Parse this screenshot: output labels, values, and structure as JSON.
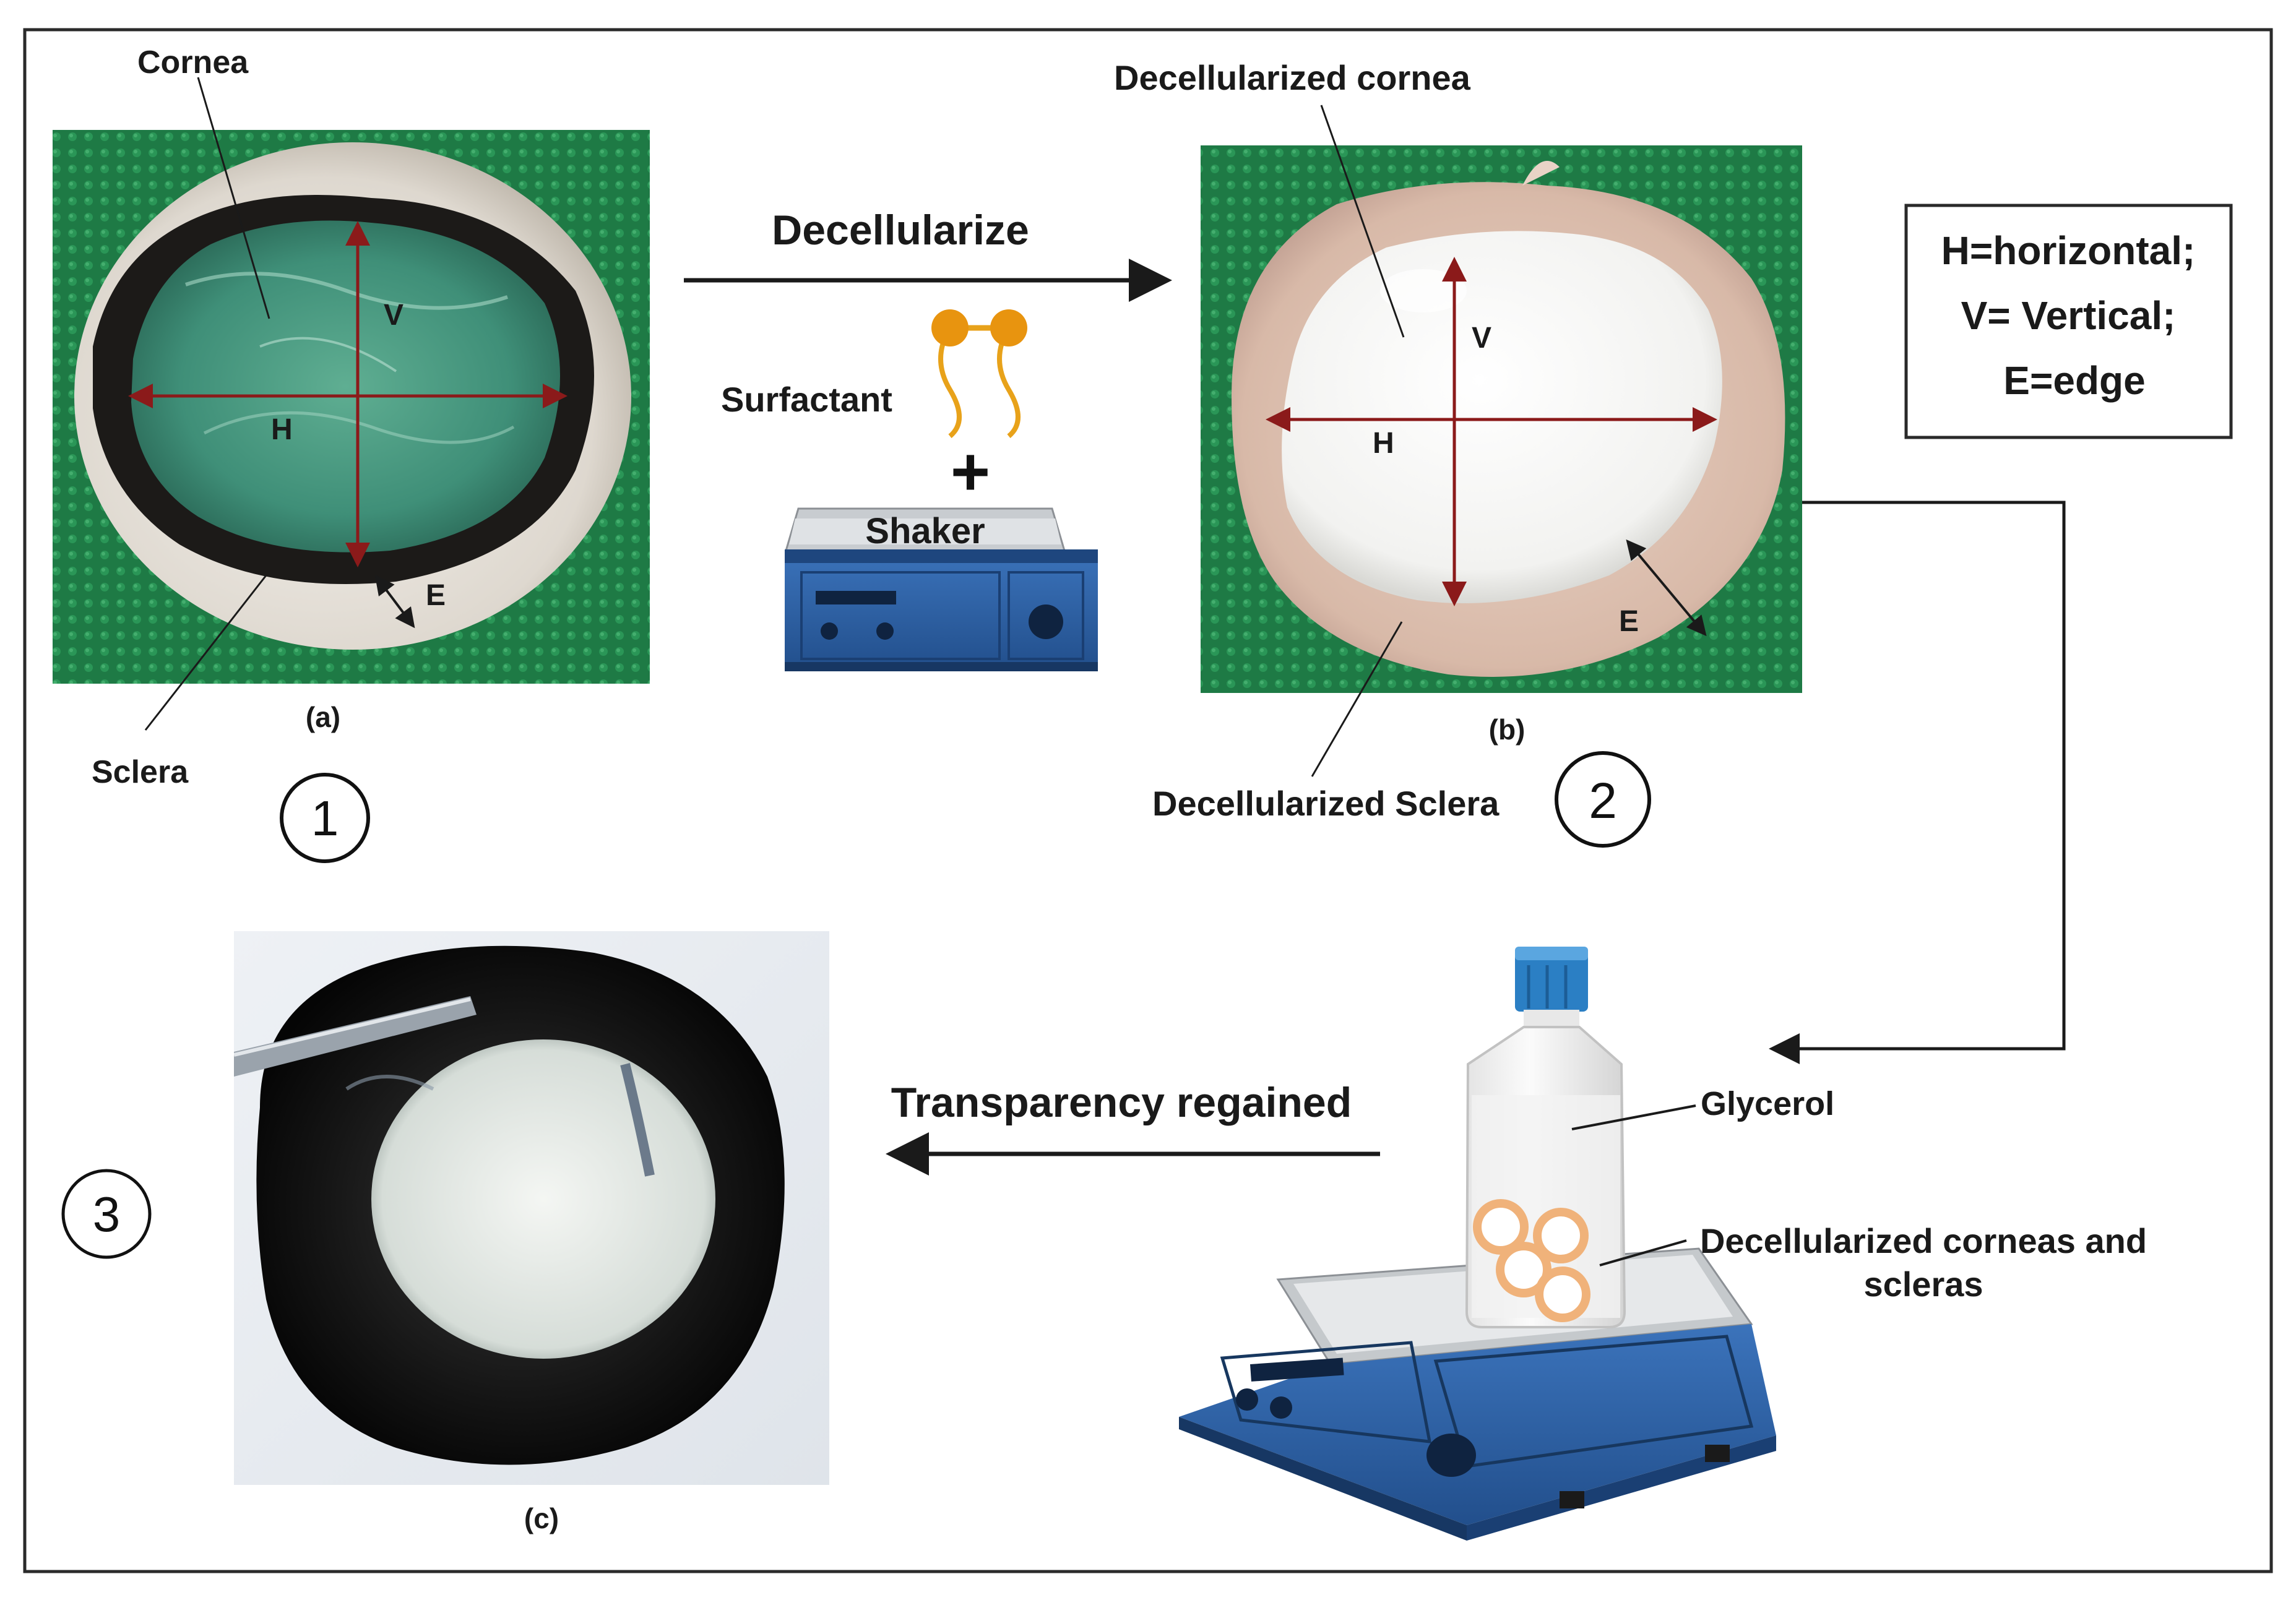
{
  "colors": {
    "frame": "#2a2a2a",
    "green_mat": "#1e7a45",
    "measure_line": "#8b1a1a",
    "shaker_blue": "#2f63a8",
    "bottle_cap": "#2b7fc4",
    "surfactant": "#e8a21a",
    "ring": "#f0b27a"
  },
  "icons": {
    "surfactant": "surfactant-molecule-icon",
    "shaker": "lab-shaker-icon",
    "bottle": "glycerol-bottle-icon"
  },
  "step1": {
    "number": "1",
    "caption": "(a)",
    "label_cornea": "Cornea",
    "label_sclera": "Sclera",
    "label_v": "V",
    "label_h": "H",
    "label_e": "E"
  },
  "process1": {
    "arrow_label": "Decellularize",
    "surfactant_label": "Surfactant",
    "plus": "+",
    "shaker_label": "Shaker"
  },
  "step2": {
    "number": "2",
    "caption": "(b)",
    "label_cornea": "Decellularized cornea",
    "label_sclera": "Decellularized Sclera",
    "label_v": "V",
    "label_h": "H",
    "label_e": "E"
  },
  "legend": {
    "line1": "H=horizontal;",
    "line2": "V= Vertical;",
    "line3": "E=edge"
  },
  "step3": {
    "number": "3",
    "caption": "(c)",
    "arrow_label": "Transparency regained",
    "glycerol_label": "Glycerol",
    "samples_label_line1": "Decellularized corneas and",
    "samples_label_line2": "scleras"
  }
}
